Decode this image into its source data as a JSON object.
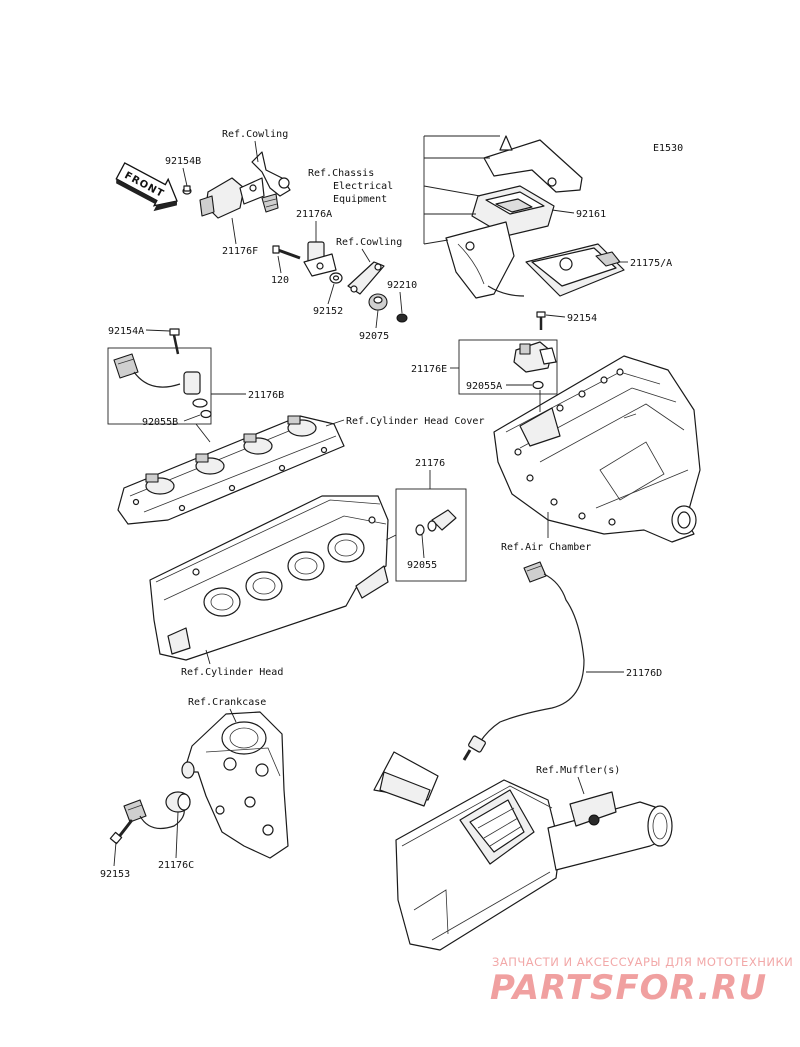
{
  "diagram_code": "E1530",
  "front_arrow": "FRONT",
  "labels": {
    "ref_cowling_1": "Ref.Cowling",
    "p92154B": "92154B",
    "p21176F": "21176F",
    "p21176A": "21176A",
    "ref_cowling_2": "Ref.Cowling",
    "p120": "120",
    "p92152": "92152",
    "p92210": "92210",
    "p92075": "92075",
    "ref_chassis_1": "Ref.Chassis",
    "ref_chassis_2": "Electrical",
    "ref_chassis_3": "Equipment",
    "p92161": "92161",
    "p21175A": "21175/A",
    "p92154": "92154",
    "p21176E": "21176E",
    "p92055A": "92055A",
    "p92154A": "92154A",
    "p21176B": "21176B",
    "p92055B": "92055B",
    "ref_cyl_head_cover": "Ref.Cylinder Head Cover",
    "p21176": "21176",
    "p92055": "92055",
    "ref_air_chamber": "Ref.Air Chamber",
    "ref_cyl_head": "Ref.Cylinder Head",
    "p21176D": "21176D",
    "ref_crankcase": "Ref.Crankcase",
    "ref_mufflers": "Ref.Muffler(s)",
    "p92153": "92153",
    "p21176C": "21176C"
  },
  "watermark": {
    "tagline": "ЗАПЧАСТИ И АКСЕССУАРЫ ДЛЯ МОТОТЕХНИКИ",
    "logo": "PARTSFOR.RU"
  }
}
